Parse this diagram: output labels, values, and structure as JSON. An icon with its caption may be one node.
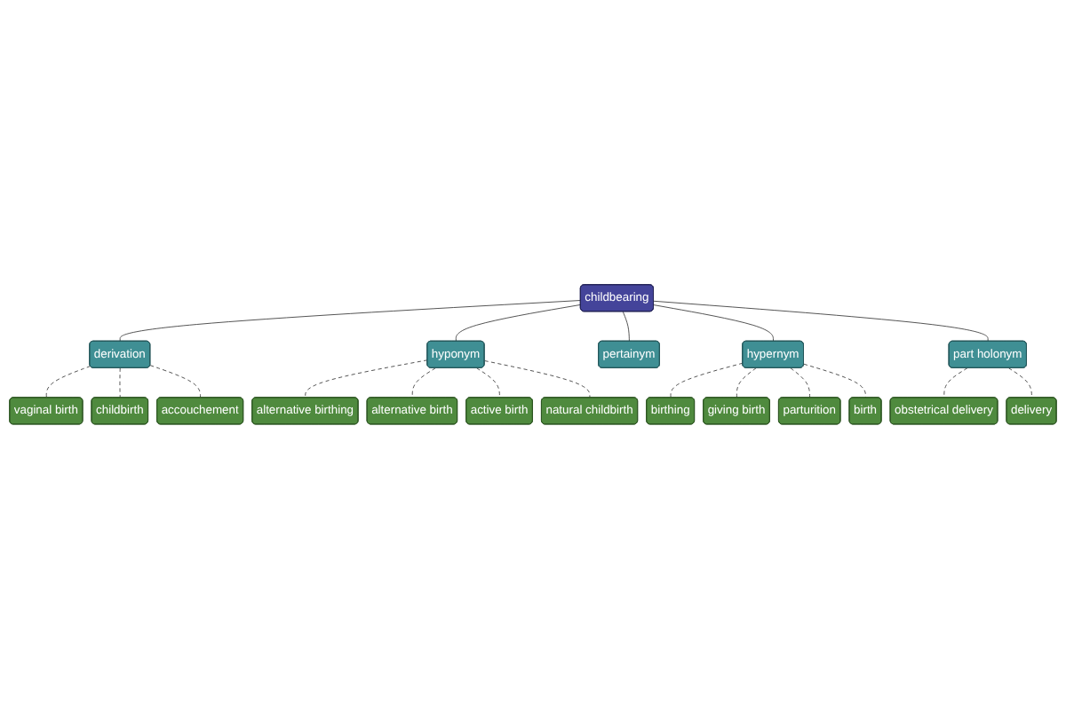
{
  "diagram": {
    "nodes": [
      {
        "text": [
          "childbearing"
        ]
      },
      {
        "text": [
          "derivation"
        ]
      },
      {
        "text": [
          "hyponym"
        ]
      },
      {
        "text": [
          "pertainym"
        ]
      },
      {
        "text": [
          "hypernym"
        ]
      },
      {
        "text": [
          "part holonym"
        ]
      },
      {
        "text": [
          "vaginal birth"
        ]
      },
      {
        "text": [
          "childbirth"
        ]
      },
      {
        "text": [
          "accouchement"
        ]
      },
      {
        "text": [
          "alternative birthing"
        ]
      },
      {
        "text": [
          "alternative birth"
        ]
      },
      {
        "text": [
          "active birth"
        ]
      },
      {
        "text": [
          "natural childbirth"
        ]
      },
      {
        "text": [
          "birthing"
        ]
      },
      {
        "text": [
          "giving birth"
        ]
      },
      {
        "text": [
          "parturition"
        ]
      },
      {
        "text": [
          "birth"
        ]
      },
      {
        "text": [
          "obstetrical delivery"
        ]
      },
      {
        "text": [
          "delivery"
        ]
      }
    ],
    "edges": [
      {
        "from": 0,
        "to": 1,
        "arrow": "none"
      },
      {
        "from": 0,
        "to": 2,
        "arrow": "none"
      },
      {
        "from": 0,
        "to": 3,
        "arrow": "none"
      },
      {
        "from": 0,
        "to": 4,
        "arrow": "none"
      },
      {
        "from": 0,
        "to": 5,
        "arrow": "none"
      },
      {
        "from": 1,
        "to": 6,
        "arrow": "none",
        "style": "dashed"
      },
      {
        "from": 1,
        "to": 7,
        "arrow": "none",
        "style": "dashed"
      },
      {
        "from": 1,
        "to": 8,
        "arrow": "none",
        "style": "dashed"
      },
      {
        "from": 2,
        "to": 9,
        "arrow": "none",
        "style": "dashed"
      },
      {
        "from": 2,
        "to": 10,
        "arrow": "none",
        "style": "dashed"
      },
      {
        "from": 2,
        "to": 11,
        "arrow": "none",
        "style": "dashed"
      },
      {
        "from": 2,
        "to": 12,
        "arrow": "none",
        "style": "dashed"
      },
      {
        "from": 4,
        "to": 13,
        "arrow": "none",
        "style": "dashed"
      },
      {
        "from": 4,
        "to": 14,
        "arrow": "none",
        "style": "dashed"
      },
      {
        "from": 4,
        "to": 15,
        "arrow": "none",
        "style": "dashed"
      },
      {
        "from": 4,
        "to": 16,
        "arrow": "none",
        "style": "dashed"
      },
      {
        "from": 5,
        "to": 17,
        "arrow": "none",
        "style": "dashed"
      },
      {
        "from": 5,
        "to": 18,
        "arrow": "none",
        "style": "dashed"
      }
    ]
  }
}
